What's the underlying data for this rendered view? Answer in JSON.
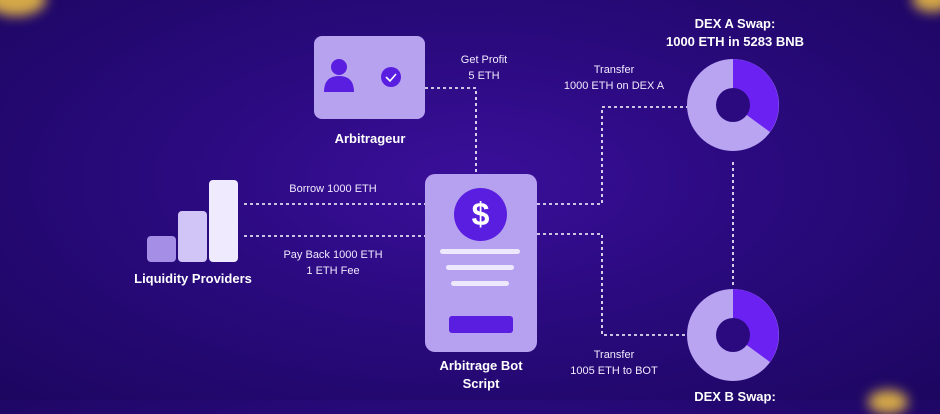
{
  "arbitrageur": {
    "title": "Arbitrageur"
  },
  "bot": {
    "title_line1": "Arbitrage Bot",
    "title_line2": "Script",
    "symbol": "$"
  },
  "liquidity": {
    "title": "Liquidity Providers"
  },
  "flows": {
    "get_profit_1": "Get Profit",
    "get_profit_2": "5 ETH",
    "borrow": "Borrow 1000 ETH",
    "payback_1": "Pay Back 1000 ETH",
    "payback_2": "1 ETH Fee",
    "transfer_a_1": "Transfer",
    "transfer_a_2": "1000 ETH on DEX A",
    "transfer_b_1": "Transfer",
    "transfer_b_2": "1005 ETH to BOT"
  },
  "dex_a": {
    "title_line1": "DEX A Swap:",
    "title_line2": "1000 ETH in 5283 BNB"
  },
  "dex_b": {
    "title_line1": "DEX B Swap:"
  },
  "colors": {
    "background": "#2a0a7e",
    "card": "#b7a2f0",
    "accent": "#5a1ee0",
    "donut_light": "#b9a4f2",
    "donut_dark": "#6a21f2"
  }
}
